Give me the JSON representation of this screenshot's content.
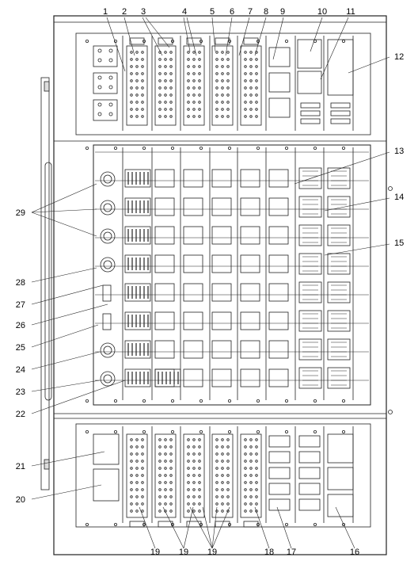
{
  "figure": {
    "callouts_top": [
      "1",
      "2",
      "3",
      "4",
      "5",
      "6",
      "7",
      "8",
      "9",
      "10",
      "11"
    ],
    "callouts_right": [
      "12",
      "13",
      "14",
      "15"
    ],
    "callouts_left": [
      "29",
      "28",
      "27",
      "26",
      "25",
      "24",
      "23",
      "22",
      "21",
      "20"
    ],
    "callouts_bottom": [
      "19",
      "19",
      "19",
      "18",
      "17",
      "16"
    ]
  }
}
